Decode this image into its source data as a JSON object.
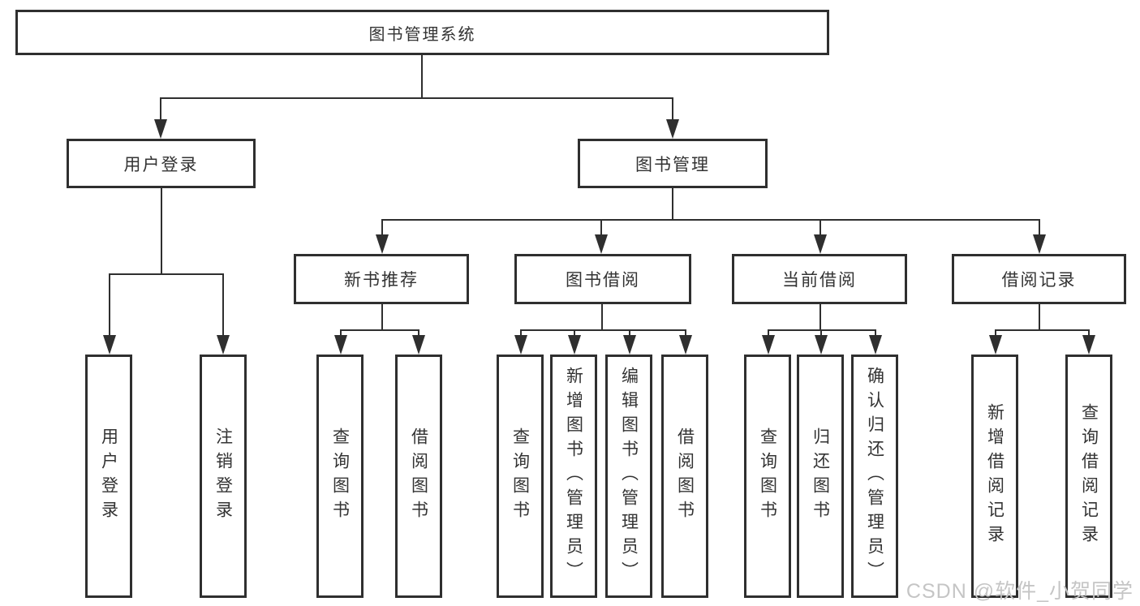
{
  "colors": {
    "line": "#2f2f2f",
    "text": "#333333",
    "watermark": "#c5c5c5",
    "background": "#ffffff"
  },
  "diagram": {
    "root": {
      "label": "图书管理系统"
    },
    "level2": [
      {
        "label": "用户登录"
      },
      {
        "label": "图书管理"
      }
    ],
    "level3": [
      {
        "label": "新书推荐",
        "parent": "图书管理"
      },
      {
        "label": "图书借阅",
        "parent": "图书管理"
      },
      {
        "label": "当前借阅",
        "parent": "图书管理"
      },
      {
        "label": "借阅记录",
        "parent": "图书管理"
      }
    ],
    "leaves": [
      {
        "label": "用户登录",
        "parent": "用户登录"
      },
      {
        "label": "注销登录",
        "parent": "用户登录"
      },
      {
        "label": "查询图书",
        "parent": "新书推荐"
      },
      {
        "label": "借阅图书",
        "parent": "新书推荐"
      },
      {
        "label": "查询图书",
        "parent": "图书借阅"
      },
      {
        "label": "新增图书（管理员）",
        "parent": "图书借阅"
      },
      {
        "label": "编辑图书（管理员）",
        "parent": "图书借阅"
      },
      {
        "label": "借阅图书",
        "parent": "图书借阅"
      },
      {
        "label": "查询图书",
        "parent": "当前借阅"
      },
      {
        "label": "归还图书",
        "parent": "当前借阅"
      },
      {
        "label": "确认归还（管理员）",
        "parent": "当前借阅"
      },
      {
        "label": "新增借阅记录",
        "parent": "借阅记录"
      },
      {
        "label": "查询借阅记录",
        "parent": "借阅记录"
      }
    ]
  },
  "watermark": {
    "text": "CSDN @软件_小贺同学"
  }
}
